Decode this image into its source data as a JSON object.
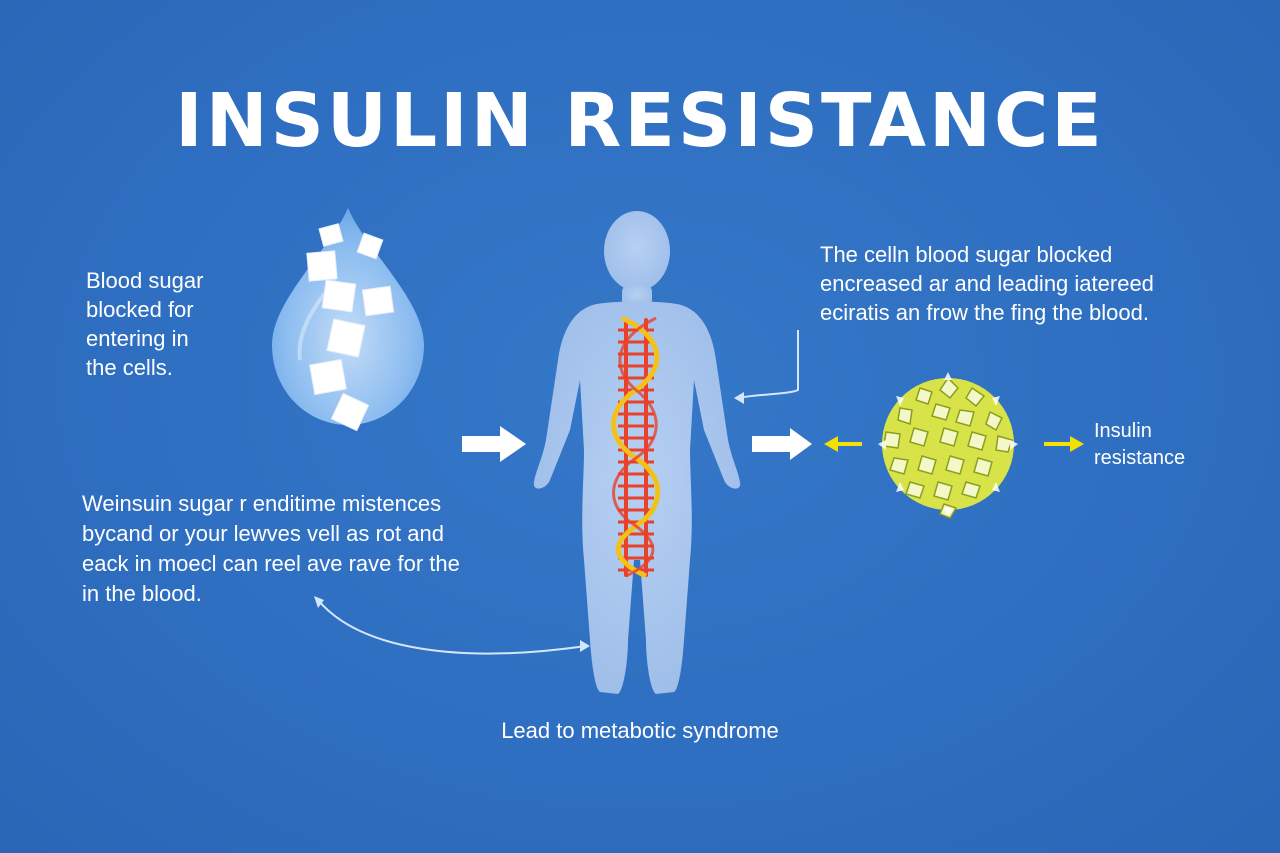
{
  "title": "INSULIN RESISTANCE",
  "left_text": [
    "Blood sugar",
    "blocked for",
    "entering in",
    "the cells."
  ],
  "right_text": [
    "The celln blood sugar blocked",
    "encreased ar and leading iatereed",
    "eciratis an frow the fing the blood."
  ],
  "bottom_left_text": [
    "Weinsuin sugar r enditime mistences",
    "bycand or your lewves vell as rot and",
    "eack in moecl can reel ave rave for the",
    "in the blood."
  ],
  "insulin_label": [
    "Insulin",
    "resistance"
  ],
  "bottom_caption": "Lead to metabotic syndrome",
  "colors": {
    "background": "#2f72c4",
    "body_silhouette": "#a9c6ee",
    "dna_red": "#e8412c",
    "dna_yellow": "#f2c21a",
    "arrow_yellow": "#f5e100",
    "drop": "#8bbcf0"
  }
}
